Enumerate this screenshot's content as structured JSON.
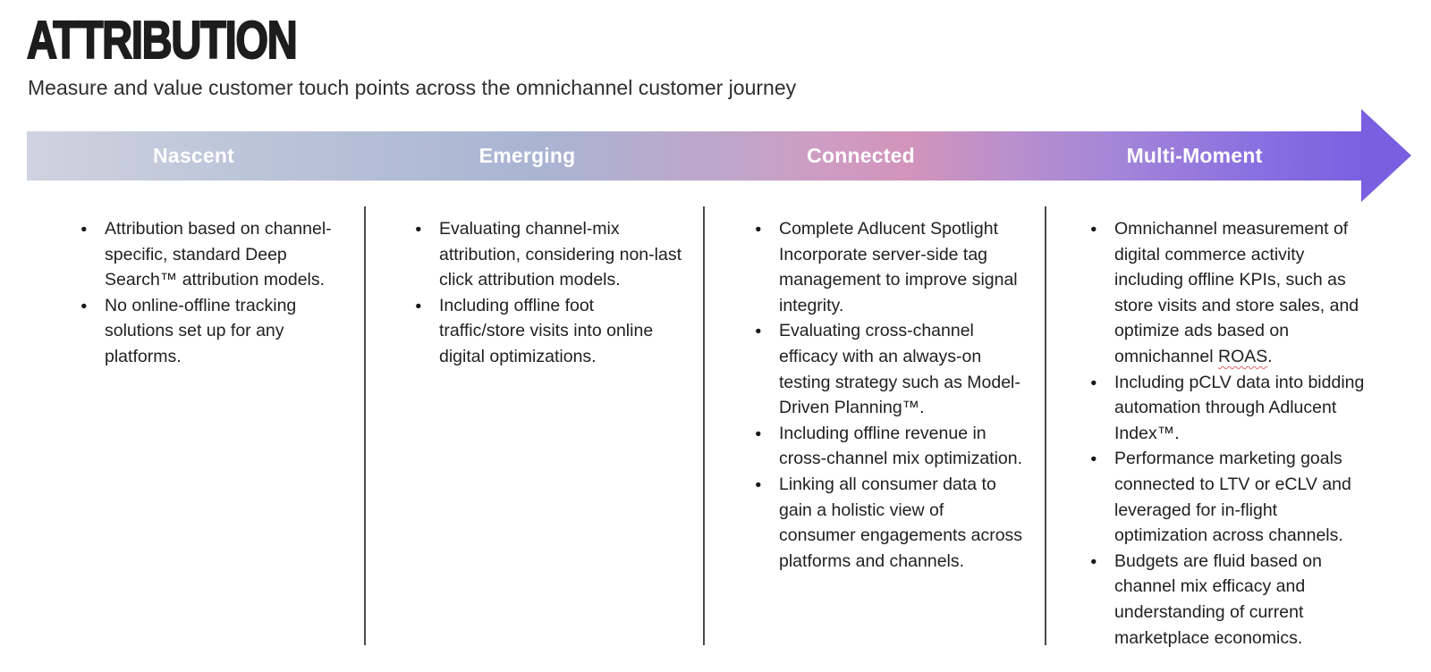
{
  "page": {
    "title": "ATTRIBUTION",
    "subtitle": "Measure and value customer touch points across the omnichannel customer journey"
  },
  "timeline": {
    "arrow_color": "#7a5fe0",
    "gradient_stops": [
      {
        "color": "#cfd3df",
        "at": "0%"
      },
      {
        "color": "#bac3d8",
        "at": "18%"
      },
      {
        "color": "#a9b5d3",
        "at": "38%"
      },
      {
        "color": "#bfa6cb",
        "at": "52%"
      },
      {
        "color": "#cf9cc3",
        "at": "60%"
      },
      {
        "color": "#d294bb",
        "at": "66%"
      },
      {
        "color": "#b98fcd",
        "at": "74%"
      },
      {
        "color": "#a385d8",
        "at": "82%"
      },
      {
        "color": "#8a70e0",
        "at": "92%"
      },
      {
        "color": "#7b61e0",
        "at": "100%"
      }
    ],
    "stages": [
      {
        "label": "Nascent",
        "bullets": [
          {
            "text": "Attribution based on channel-specific, standard Deep Search™ attribution models."
          },
          {
            "text": "No online-offline tracking solutions set up for any platforms."
          }
        ]
      },
      {
        "label": "Emerging",
        "bullets": [
          {
            "text": "Evaluating channel-mix attribution, considering non-last click attribution models."
          },
          {
            "text": "Including offline foot traffic/store visits into online digital optimizations."
          }
        ]
      },
      {
        "label": "Connected",
        "bullets": [
          {
            "text": "Complete Adlucent Spotlight Incorporate server-side tag management to improve signal integrity."
          },
          {
            "text": "Evaluating cross-channel efficacy with an always-on testing strategy such as Model-Driven Planning™."
          },
          {
            "text": "Including offline revenue in cross-channel mix optimization."
          },
          {
            "text": "Linking all consumer data to gain a holistic view of consumer engagements across platforms and channels."
          }
        ]
      },
      {
        "label": "Multi-Moment",
        "bullets": [
          {
            "text": "Omnichannel measurement of digital commerce activity including offline KPIs, such as store visits and store sales, and optimize ads based on omnichannel ROAS.",
            "underline_wavy": "ROAS"
          },
          {
            "text": "Including pCLV data into bidding automation through Adlucent Index™."
          },
          {
            "text": "Performance marketing goals connected to LTV or eCLV and leveraged for in-flight optimization across channels."
          },
          {
            "text": "Budgets are fluid based on channel mix efficacy and understanding of current marketplace economics."
          }
        ]
      }
    ]
  }
}
